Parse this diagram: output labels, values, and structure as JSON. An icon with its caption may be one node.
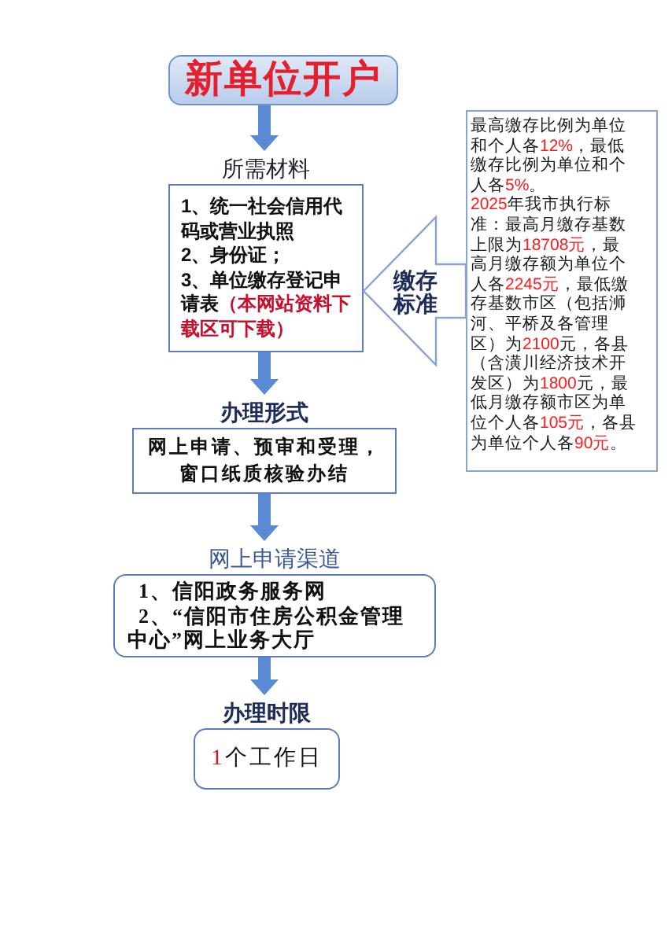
{
  "diagram": {
    "nodes": [
      {
        "text": [
          "新单位开户"
        ]
      },
      {
        "text": [
          "所需材料",
          "1、统一社会信用代码或营业执照",
          "2、身份证；",
          "3、单位缴存登记申请表**（本网站资料下载区可下载）**"
        ]
      },
      {
        "text": [
          "缴存标准"
        ]
      },
      {
        "text": [
          "最高缴存比例为单位和个人各**12%**，最低缴存比例为单位和个人各**5%**。",
          "**2025**年我市执行标准：最高月缴存基数上限为**18708元**，最高月缴存额为单位个人各**2245元**，最低缴存基数市区（包括浉河、平桥及各管理区）为**2100**元，各县（含潢川经济技术开发区）为**1800**元，最低月缴存额市区为单位个人各**105元**，各县为单位个人各**90元**。"
        ]
      },
      {
        "text": [
          "办理形式",
          "网上申请、预审和受理，窗口纸质核验办结"
        ]
      },
      {
        "text": [
          "网上申请渠道",
          "1、信阳政务服务网",
          "2、“信阳市住房公积金管理中心”网上业务大厅"
        ]
      },
      {
        "text": [
          "办理时限",
          "**1**个工作日"
        ]
      }
    ],
    "edges": [
      {
        "from": 0,
        "to": 1,
        "arrow": "to"
      },
      {
        "from": 1,
        "to": 4,
        "arrow": "to"
      },
      {
        "from": 4,
        "to": 5,
        "arrow": "to"
      },
      {
        "from": 5,
        "to": 6,
        "arrow": "to"
      }
    ]
  }
}
